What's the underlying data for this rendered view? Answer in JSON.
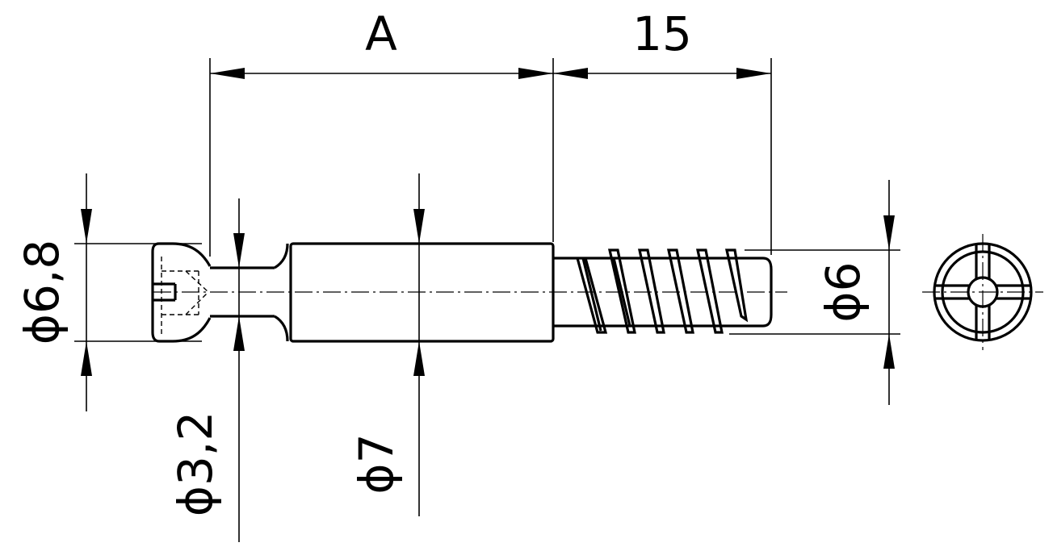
{
  "drawing": {
    "dimensions": {
      "length_a": "A",
      "thread_length": "15",
      "head_diameter": "ϕ6,8",
      "neck_diameter": "ϕ3,2",
      "body_diameter": "ϕ7",
      "thread_diameter": "ϕ6"
    }
  }
}
